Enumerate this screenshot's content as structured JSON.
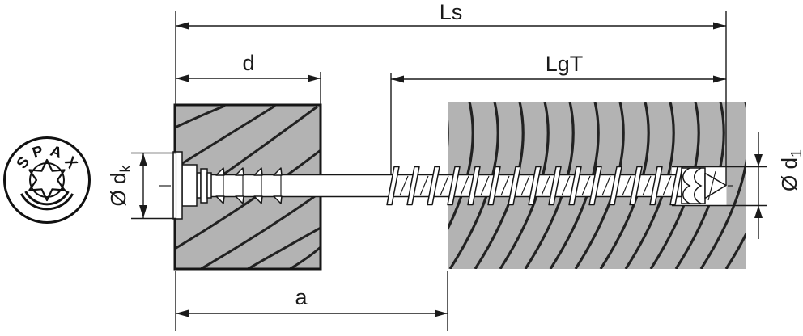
{
  "drawing": {
    "title": "SPAX screw technical dimension drawing",
    "colors": {
      "wood_fill": "#b3b3b3",
      "line": "#1a1a1a",
      "background": "#ffffff"
    },
    "dimensions": {
      "ls": {
        "label": "Ls"
      },
      "d": {
        "label": "d"
      },
      "lgt": {
        "label": "LgT"
      },
      "a": {
        "label": "a"
      },
      "dk": {
        "prefix": "Ø d",
        "subscript": "k"
      },
      "d1": {
        "prefix": "Ø d",
        "subscript": "1"
      }
    },
    "logo": {
      "letters": [
        "S",
        "P",
        "A",
        "X"
      ]
    }
  }
}
